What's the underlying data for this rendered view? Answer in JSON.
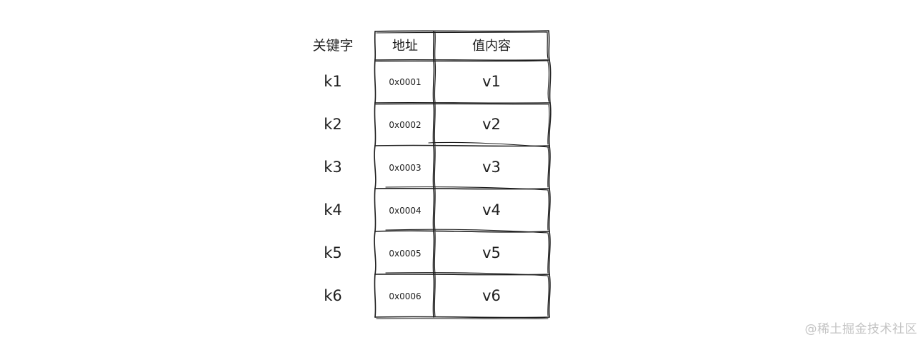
{
  "table": {
    "key_header": "关键字",
    "address_header": "地址",
    "value_header": "值内容",
    "rows": [
      {
        "key": "k1",
        "address": "0x0001",
        "value": "v1"
      },
      {
        "key": "k2",
        "address": "0x0002",
        "value": "v2"
      },
      {
        "key": "k3",
        "address": "0x0003",
        "value": "v3"
      },
      {
        "key": "k4",
        "address": "0x0004",
        "value": "v4"
      },
      {
        "key": "k5",
        "address": "0x0005",
        "value": "v5"
      },
      {
        "key": "k6",
        "address": "0x0006",
        "value": "v6"
      }
    ]
  },
  "watermark": "@稀土掘金技术社区"
}
